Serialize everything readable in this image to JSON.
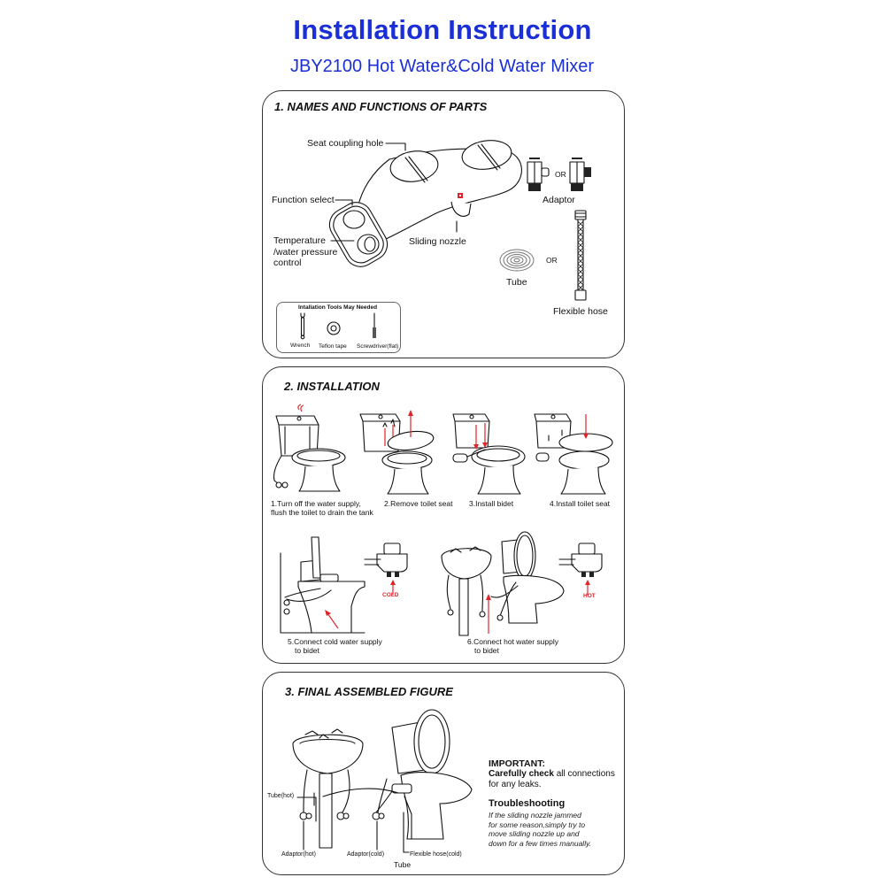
{
  "header": {
    "title": "Installation Instruction",
    "subtitle": "JBY2100 Hot Water&Cold Water Mixer"
  },
  "colors": {
    "title_blue": "#1a2fd6",
    "arrow_red": "#e0242b",
    "panel_border": "#333333"
  },
  "section1": {
    "title": "1. NAMES AND FUNCTIONS OF PARTS",
    "parts": {
      "seat_coupling_hole": "Seat coupling hole",
      "function_select": "Function select",
      "temperature_line1": "Temperature",
      "temperature_line2": "/water pressure",
      "temperature_line3": "control",
      "sliding_nozzle": "Sliding nozzle",
      "adaptor": "Adaptor",
      "adaptor_or": "OR",
      "tube": "Tube",
      "tube_or": "OR",
      "flexible_hose": "Flexible hose"
    },
    "tools": {
      "title": "Intallation Tools May Needed",
      "items": [
        {
          "icon": "wrench-icon",
          "label": "Wrench"
        },
        {
          "icon": "teflon-tape-icon",
          "label": "Teflon tape"
        },
        {
          "icon": "screwdriver-icon",
          "label": "Screwdriver(flat)"
        }
      ]
    }
  },
  "section2": {
    "title": "2. INSTALLATION",
    "steps": [
      {
        "line1": "1.Turn off the water supply,",
        "line2": "flush the toilet to drain the tank"
      },
      {
        "line1": "2.Remove  toilet seat",
        "line2": ""
      },
      {
        "line1": "3.Install bidet",
        "line2": ""
      },
      {
        "line1": "4.Install toilet seat",
        "line2": ""
      },
      {
        "line1": "5.Connect cold water supply",
        "line2": "to bidet",
        "tag": "COLD"
      },
      {
        "line1": "6.Connect hot water supply",
        "line2": "to bidet",
        "tag": "HOT"
      }
    ]
  },
  "section3": {
    "title": "3. FINAL ASSEMBLED FIGURE",
    "labels": {
      "tube_hot": "Tube(hot)",
      "adaptor_hot": "Adaptor(hot)",
      "adaptor_cold": "Adaptor(cold)",
      "flexible_hose_cold": "Flexible hose(cold)",
      "tube": "Tube"
    },
    "important": {
      "title": "IMPORTANT:",
      "bold_lead": "Carefully check",
      "text_rest": " all connections",
      "text_line2": "for any leaks."
    },
    "troubleshooting": {
      "title": "Troubleshooting",
      "lines": [
        "If the sliding nozzle jammed",
        "for some reason,simply try to",
        "move sliding nozzle up and",
        "down for a few times manually."
      ]
    }
  }
}
